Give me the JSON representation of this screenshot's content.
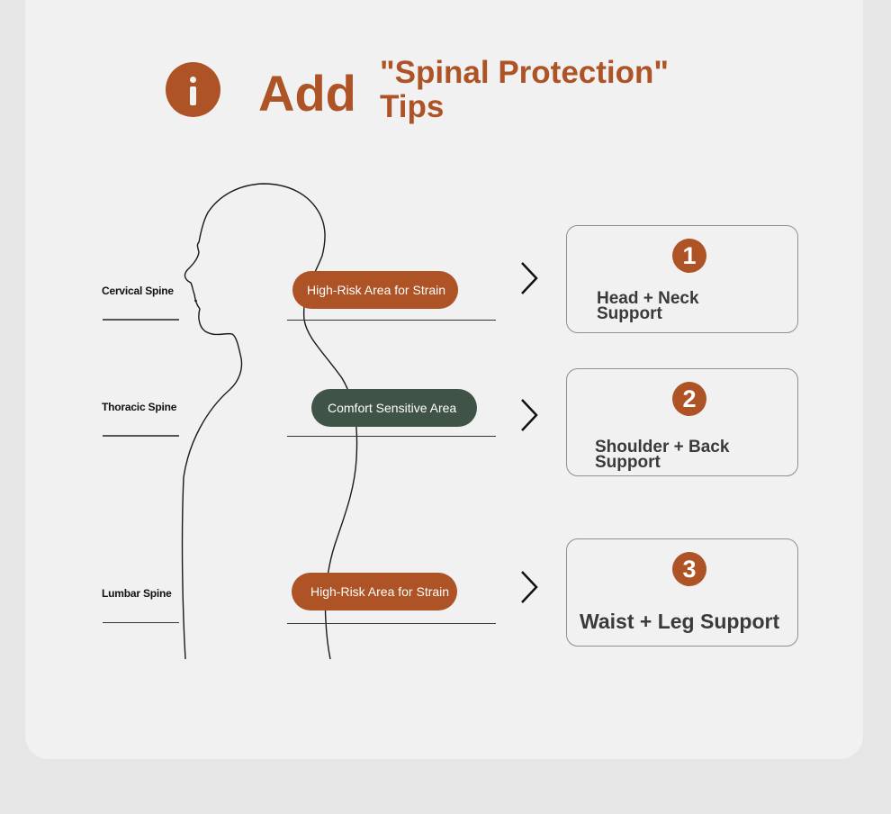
{
  "header": {
    "icon": "info-icon",
    "add_word": "Add",
    "title_line1": "\"Spinal Protection\"",
    "title_line2": "Tips"
  },
  "spine_labels": [
    {
      "label": "Cervical Spine"
    },
    {
      "label": "Thoracic Spine"
    },
    {
      "label": "Lumbar Spine"
    }
  ],
  "areas": [
    {
      "label": "High-Risk Area for Strain",
      "color": "#ad5325"
    },
    {
      "label": "Comfort Sensitive Area",
      "color": "#3f5446"
    },
    {
      "label": "High-Risk Area for Strain",
      "color": "#ad5325"
    }
  ],
  "tips": [
    {
      "number": "1",
      "line1": "Head + Neck",
      "line2": "Support"
    },
    {
      "number": "2",
      "line1": "Shoulder + Back",
      "line2": "Support"
    },
    {
      "number": "3",
      "line1": "Waist + Leg Support",
      "line2": ""
    }
  ],
  "colors": {
    "accent": "#ad5325",
    "green": "#3f5446",
    "card": "#f1f1f1",
    "background": "#e6e6e6"
  }
}
